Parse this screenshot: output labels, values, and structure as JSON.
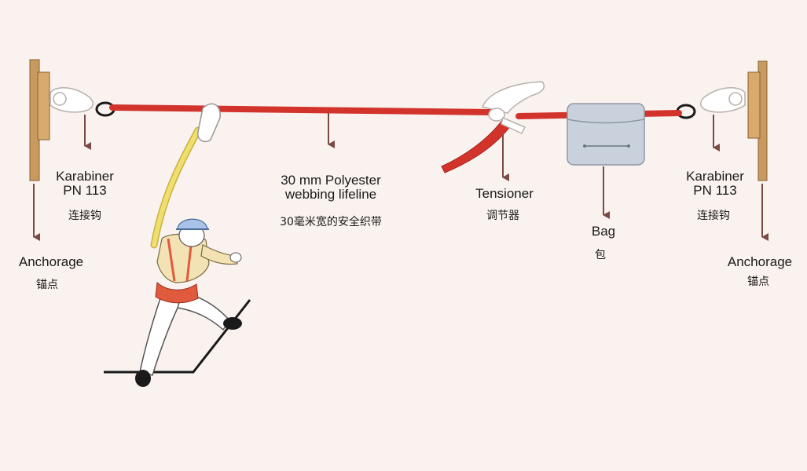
{
  "labels": {
    "karabiner_left_line1": "Karabiner",
    "karabiner_left_line2": "PN 113",
    "karabiner_left_zh": "连接钩",
    "anchorage_left": "Anchorage",
    "anchorage_left_zh": "锚点",
    "lifeline_line1": "30 mm Polyester",
    "lifeline_line2": "webbing lifeline",
    "lifeline_zh": "30毫米宽的安全织带",
    "tensioner": "Tensioner",
    "tensioner_zh": "调节器",
    "bag": "Bag",
    "bag_zh": "包",
    "karabiner_right_line1": "Karabiner",
    "karabiner_right_line2": "PN 113",
    "karabiner_right_zh": "连接钩",
    "anchorage_right": "Anchorage",
    "anchorage_right_zh": "锚点"
  },
  "colors": {
    "background": "#f9f2ef",
    "webbing": "#d2342c",
    "anchor_wood": "#c89a60",
    "arrow": "#7a4a45",
    "lanyard": "#f0df6e",
    "helmet": "#a9c2e8",
    "bag": "#c9d2dc"
  },
  "icons": [
    "anchor-plate-icon",
    "karabiner-icon",
    "tensioner-icon",
    "bag-icon",
    "worker-figure-icon"
  ]
}
